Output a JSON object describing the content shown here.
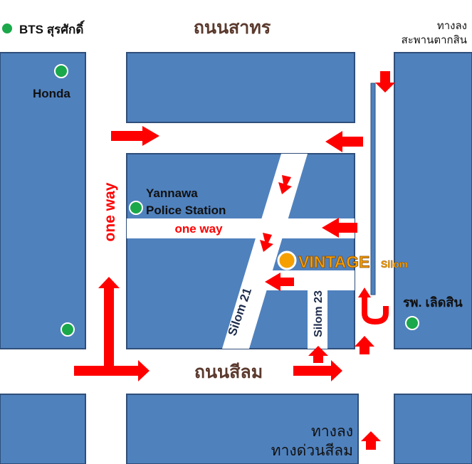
{
  "legend": {
    "bts_station": "BTS สุรศักดิ์"
  },
  "roads": {
    "sathorn": "ถนนสาทร",
    "silom": "ถนนสีลม",
    "one_way_vertical": "one way",
    "one_way_horizontal": "one way",
    "soi_silom_21": "Silom 21",
    "soi_silom_23": "Silom 23"
  },
  "places": {
    "honda": "Honda",
    "police_line1": "Yannawa",
    "police_line2": "Police Station",
    "vintage_name": "VINTAGE",
    "vintage_suffix": "Silom",
    "hospital": "รพ. เลิดสิน"
  },
  "exits": {
    "taksin_bridge_line1": "ทางลง",
    "taksin_bridge_line2": "สะพานตากสิน",
    "silom_expressway_line1": "ทางลง",
    "silom_expressway_line2": "ทางด่วนสีลม"
  },
  "colors": {
    "block": "#4f81bd",
    "block_border": "#2f4f7a",
    "marker": "#1aa84a",
    "arrow": "#ff0000",
    "vintage_marker": "#f5a000",
    "road_label": "#5b3a2e",
    "one_way_label": "#ff0000"
  }
}
